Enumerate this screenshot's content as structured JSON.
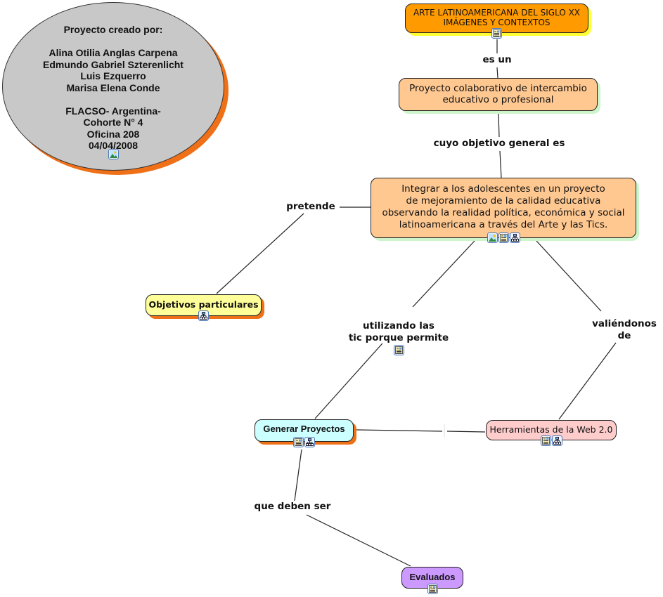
{
  "title_node": {
    "text": "ARTE LATINOAMERICANA DEL SIGLO XX\nIMÁGENES Y CONTEXTOS",
    "fill": "#ff9a00",
    "shadow": "#ffff33",
    "icons": [
      "document-icon"
    ]
  },
  "credits": {
    "text": "Proyecto creado por:\n\nAlina Otilia Anglas Carpena\nEdmundo Gabriel Szterenlicht\nLuis Ezquerro\nMarisa Elena Conde\n\nFLACSO- Argentina-\nCohorte N° 4\nOficina 208\n04/04/2008",
    "fill": "#c8c8c8",
    "shadow": "#f07018",
    "icons": [
      "image-icon"
    ]
  },
  "nodes": {
    "proyecto": {
      "text": "Proyecto colaborativo de intercambio\neducativo o profesional",
      "fill": "#ffc891",
      "shadow": "#ccf5cc"
    },
    "integrar": {
      "text": "Integrar a los adolescentes en un proyecto\nde mejoramiento de la calidad educativa\nobservando la realidad política, económica y social\nlatinoamericana a través del Arte y las Tics.",
      "fill": "#ffc891",
      "shadow": "#ccf5cc",
      "icons": [
        "image-icon",
        "document-icon",
        "concept-map-icon"
      ]
    },
    "objetivos": {
      "text": "Objetivos particulares",
      "fill": "#ffff99",
      "shadow": "#f07018",
      "icons": [
        "concept-map-icon"
      ]
    },
    "generar": {
      "text": "Generar Proyectos",
      "fill": "#ccffff",
      "shadow": "#f07018",
      "icons": [
        "document-icon",
        "concept-map-icon"
      ]
    },
    "herramientas": {
      "text": "Herramientas de la Web 2.0",
      "fill": "#ffcccc",
      "icons": [
        "document-icon",
        "concept-map-icon"
      ]
    },
    "evaluados": {
      "text": "Evaluados",
      "fill": "#cc99ff",
      "icons": [
        "document-icon"
      ]
    }
  },
  "linking_phrases": {
    "es_un": "es un",
    "cuyo_objetivo": "cuyo objetivo general es",
    "pretende": "pretende",
    "utilizando": "utilizando las\ntic porque permite",
    "valiendonos": "valiéndonos\nde",
    "que_deben_ser": "que deben ser"
  },
  "linking_phrase_icons": {
    "utilizando": [
      "document-icon"
    ]
  }
}
